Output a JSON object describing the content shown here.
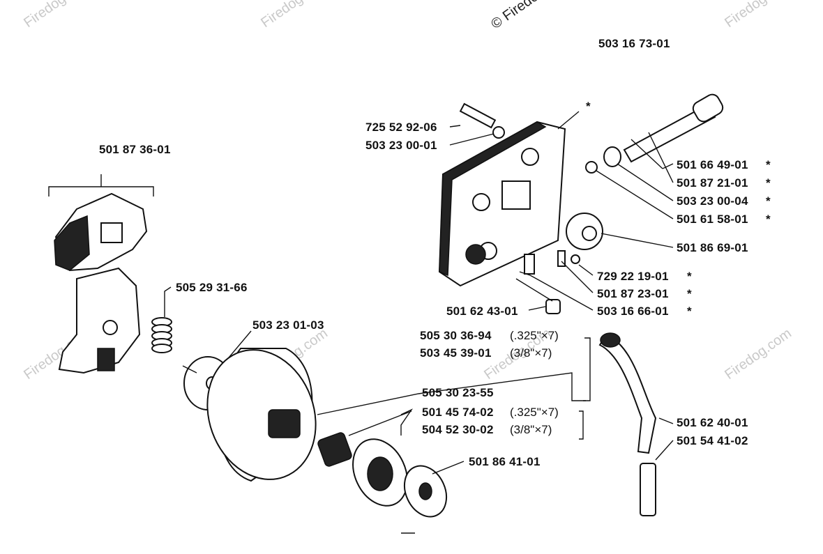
{
  "watermark": {
    "copyright": "© Firedog.com",
    "text": "Firedog.com"
  },
  "diagram": {
    "assembly_number": "503 16 73-01",
    "parts": [
      {
        "id": "clutch-assembly",
        "number": "501 87 36-01",
        "star": ""
      },
      {
        "id": "clutch-spring",
        "number": "505 29 31-66",
        "star": ""
      },
      {
        "id": "washer",
        "number": "503 23 01-03",
        "star": ""
      },
      {
        "id": "screw-top",
        "number": "725 52 92-06",
        "star": ""
      },
      {
        "id": "washer-top",
        "number": "503 23 00-01",
        "star": ""
      },
      {
        "id": "pump-shaft",
        "number": "501 66 49-01",
        "star": "*"
      },
      {
        "id": "pump-piston",
        "number": "501 87 21-01",
        "star": "*"
      },
      {
        "id": "pump-seal",
        "number": "503 23 00-04",
        "star": "*"
      },
      {
        "id": "pump-washer",
        "number": "501 61 58-01",
        "star": "*"
      },
      {
        "id": "worm-gear",
        "number": "501 86 69-01",
        "star": ""
      },
      {
        "id": "adjust-screw",
        "number": "729 22 19-01",
        "star": "*"
      },
      {
        "id": "spring-clip",
        "number": "501 87 23-01",
        "star": "*"
      },
      {
        "id": "pump-bolt",
        "number": "503 16 66-01",
        "star": "*"
      },
      {
        "id": "plug",
        "number": "501 62 43-01",
        "star": ""
      },
      {
        "id": "drum-325",
        "number": "505 30 36-94",
        "spec": "(.325\"×7)"
      },
      {
        "id": "drum-38",
        "number": "503 45 39-01",
        "spec": "(3/8\"×7)"
      },
      {
        "id": "needle-bearing",
        "number": "505 30 23-55",
        "star": ""
      },
      {
        "id": "sprocket-325",
        "number": "501 45 74-02",
        "spec": "(.325\"×7)"
      },
      {
        "id": "sprocket-38",
        "number": "504 52 30-02",
        "spec": "(3/8\"×7)"
      },
      {
        "id": "washer-outer",
        "number": "501 86 41-01",
        "star": ""
      },
      {
        "id": "oil-hose",
        "number": "501 62 40-01",
        "star": ""
      },
      {
        "id": "hose-nipple",
        "number": "501 54 41-02",
        "star": ""
      }
    ],
    "top_asterisk": "*"
  }
}
